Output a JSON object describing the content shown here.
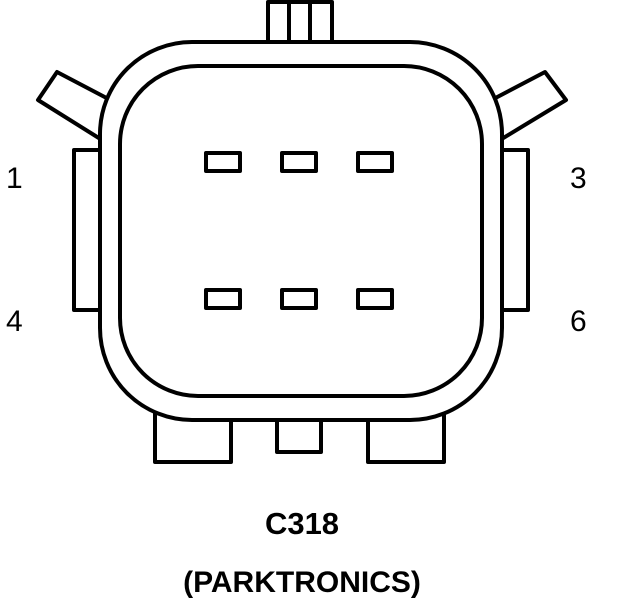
{
  "connector": {
    "id": "C318",
    "name": "(PARKTRONICS)"
  },
  "pin_labels": {
    "top_left": "1",
    "top_right": "3",
    "bottom_left": "4",
    "bottom_right": "6"
  },
  "colors": {
    "stroke": "#000000",
    "background": "#ffffff"
  }
}
